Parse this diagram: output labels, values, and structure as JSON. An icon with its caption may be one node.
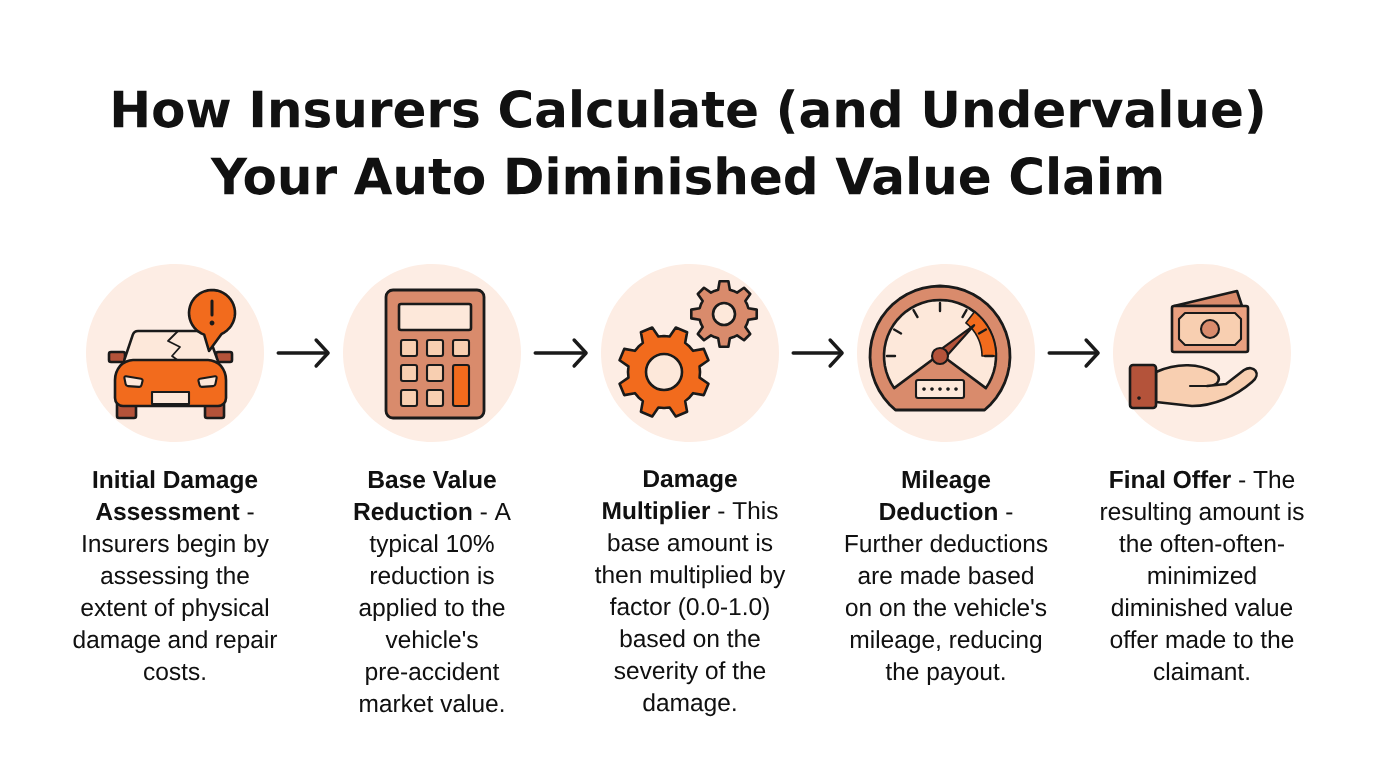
{
  "diagram": {
    "title": "How Insurers Calculate (and Undervalue) Your Auto Diminished Value Claim",
    "nodes": [
      {
        "text": [
          "**Initial Damage Assessment** - Insurers begin by assessing the extent of physical damage and repair costs."
        ]
      },
      {
        "text": [
          "**Base Value Reduction** - A typical 10% reduction is applied to the vehicle's pre-accident market value."
        ]
      },
      {
        "text": [
          "**Damage Multiplier** - This base amount is then multiplied by factor (0.0-1.0) based on the severity of the damage."
        ]
      },
      {
        "text": [
          "**Mileage Deduction** - Further deductions are made based on on the vehicle's mileage, reducing the payout."
        ]
      },
      {
        "text": [
          "**Final Offer** - The resulting amount is the often-often-minimized diminished value offer made to the claimant."
        ]
      }
    ],
    "edges": [
      {
        "from": 0,
        "to": 1,
        "arrow": "to"
      },
      {
        "from": 1,
        "to": 2,
        "arrow": "to"
      },
      {
        "from": 2,
        "to": 3,
        "arrow": "to"
      },
      {
        "from": 3,
        "to": 4,
        "arrow": "to"
      }
    ]
  }
}
